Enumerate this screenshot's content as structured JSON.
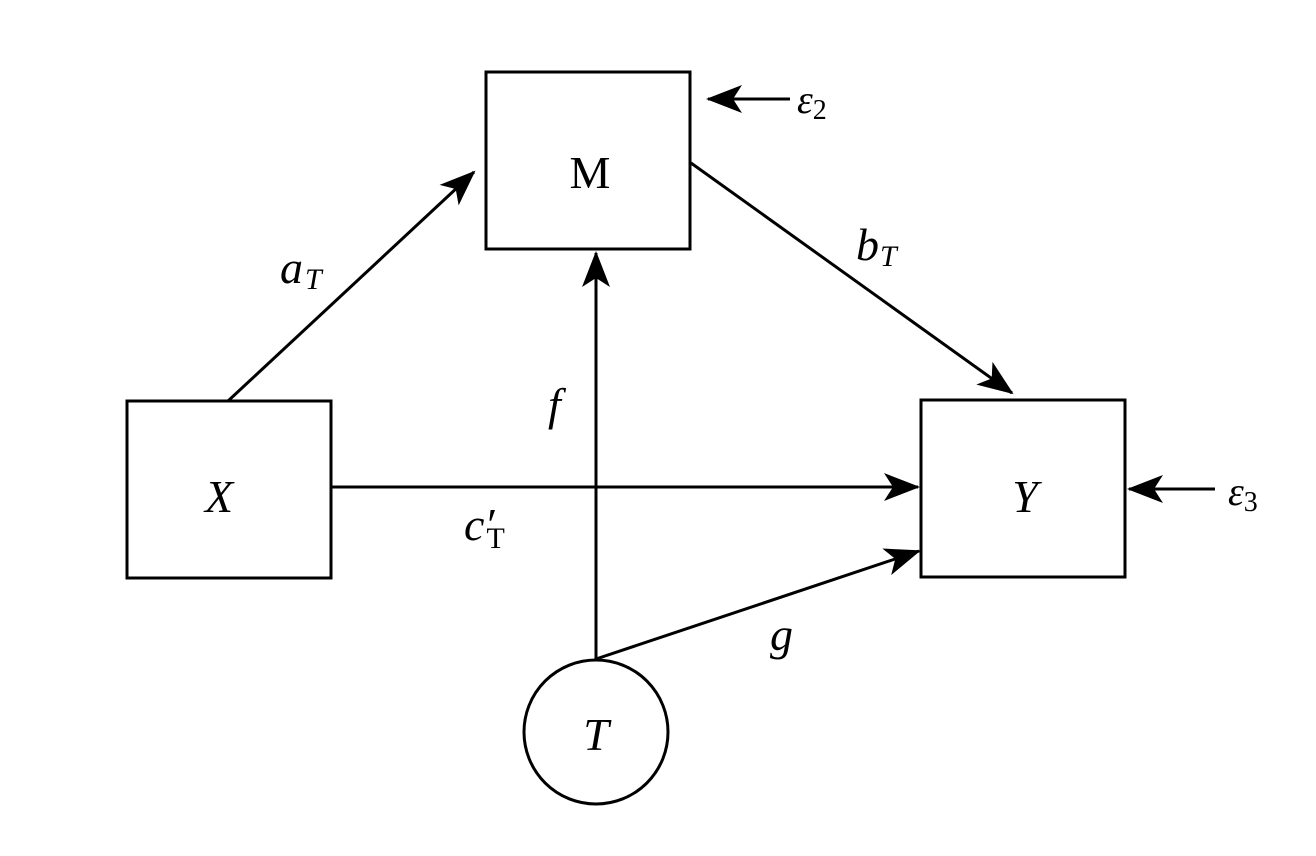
{
  "diagram": {
    "type": "path-diagram",
    "nodes": {
      "X": {
        "label": "X",
        "shape": "rectangle",
        "italic": true
      },
      "M": {
        "label": "M",
        "shape": "rectangle",
        "italic": false
      },
      "Y": {
        "label": "Y",
        "shape": "rectangle",
        "italic": true
      },
      "T": {
        "label": "T",
        "shape": "circle",
        "italic": true
      }
    },
    "errors": {
      "e2": {
        "symbol": "ε",
        "subscript": "2",
        "target": "M"
      },
      "e3": {
        "symbol": "ε",
        "subscript": "3",
        "target": "Y"
      }
    },
    "edges": {
      "a": {
        "from": "X",
        "to": "M",
        "label": "a",
        "subscript": "T"
      },
      "b": {
        "from": "M",
        "to": "Y",
        "label": "b",
        "subscript": "T"
      },
      "c": {
        "from": "X",
        "to": "Y",
        "label": "c′",
        "subscript": "T"
      },
      "f": {
        "from": "T",
        "to": "M",
        "label": "f",
        "subscript": ""
      },
      "g": {
        "from": "T",
        "to": "Y",
        "label": "g",
        "subscript": ""
      }
    },
    "colors": {
      "stroke": "#000000",
      "background": "#ffffff"
    }
  }
}
